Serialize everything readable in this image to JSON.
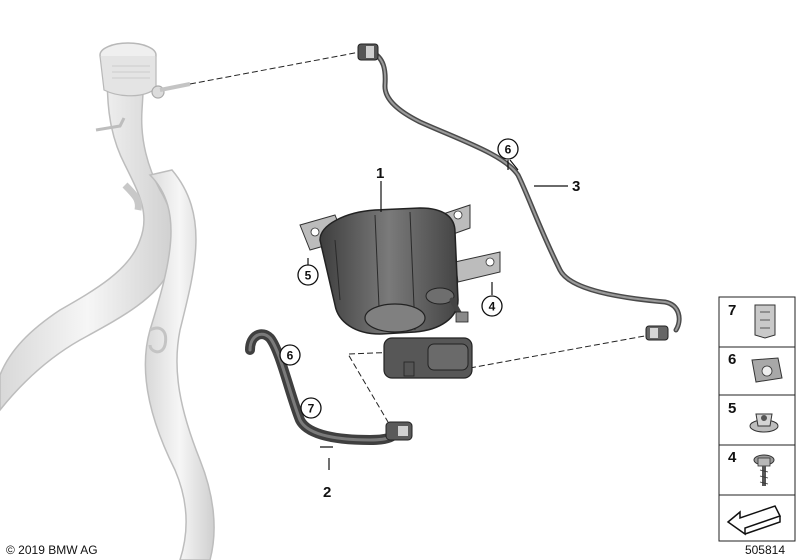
{
  "callouts": [
    {
      "id": "c1",
      "text": "1"
    },
    {
      "id": "c2",
      "text": "2"
    },
    {
      "id": "c3",
      "text": "3"
    }
  ],
  "circled": [
    {
      "id": "k6a",
      "text": "6"
    },
    {
      "id": "k5",
      "text": "5"
    },
    {
      "id": "k4",
      "text": "4"
    },
    {
      "id": "k6b",
      "text": "6"
    },
    {
      "id": "k7",
      "text": "7"
    }
  ],
  "legend_panel": [
    {
      "id": "p7",
      "text": "7",
      "part": "clip-double"
    },
    {
      "id": "p6",
      "text": "6",
      "part": "clip-single"
    },
    {
      "id": "p5",
      "text": "5",
      "part": "spring-nut"
    },
    {
      "id": "p4",
      "text": "4",
      "part": "hex-collar-screw"
    }
  ],
  "footer": {
    "copyright": "© 2019 BMW AG",
    "diagram_number": "505814"
  },
  "colors": {
    "part_dark": "#5a5a5a",
    "part_light": "#e8e8e8",
    "outline": "#222222"
  }
}
